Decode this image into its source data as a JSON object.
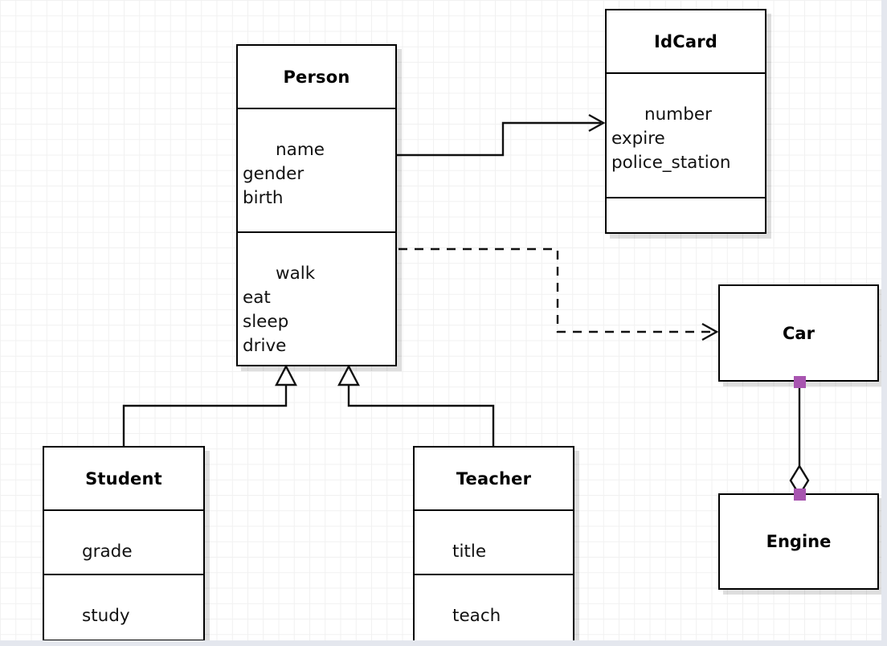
{
  "diagram": {
    "type": "uml-class-diagram",
    "background": "#ffffff",
    "grid_color": "#f1f1f1",
    "line_color": "#111111",
    "handle_color": "#a855b0",
    "edge_color": "#e4e7ee"
  },
  "classes": {
    "person": {
      "name": "Person",
      "attributes": "name\ngender\nbirth",
      "methods": "walk\neat\nsleep\ndrive"
    },
    "idcard": {
      "name": "IdCard",
      "attributes": "number\nexpire\npolice_station",
      "methods": ""
    },
    "student": {
      "name": "Student",
      "attributes": "grade",
      "methods": "study"
    },
    "teacher": {
      "name": "Teacher",
      "attributes": "title",
      "methods": "teach"
    },
    "car": {
      "name": "Car"
    },
    "engine": {
      "name": "Engine"
    }
  },
  "relations": [
    {
      "id": "person-idcard",
      "kind": "association",
      "style": "solid",
      "arrow": "open",
      "from": "Person",
      "to": "IdCard"
    },
    {
      "id": "person-car",
      "kind": "dependency",
      "style": "dashed",
      "arrow": "open",
      "from": "Person",
      "to": "Car"
    },
    {
      "id": "student-person",
      "kind": "generalization",
      "style": "solid",
      "arrow": "hollow-triangle",
      "from": "Student",
      "to": "Person"
    },
    {
      "id": "teacher-person",
      "kind": "generalization",
      "style": "solid",
      "arrow": "hollow-triangle",
      "from": "Teacher",
      "to": "Person"
    },
    {
      "id": "car-engine",
      "kind": "aggregation",
      "style": "solid",
      "arrow": "hollow-diamond",
      "from": "Car",
      "to": "Engine",
      "selected": true
    }
  ]
}
